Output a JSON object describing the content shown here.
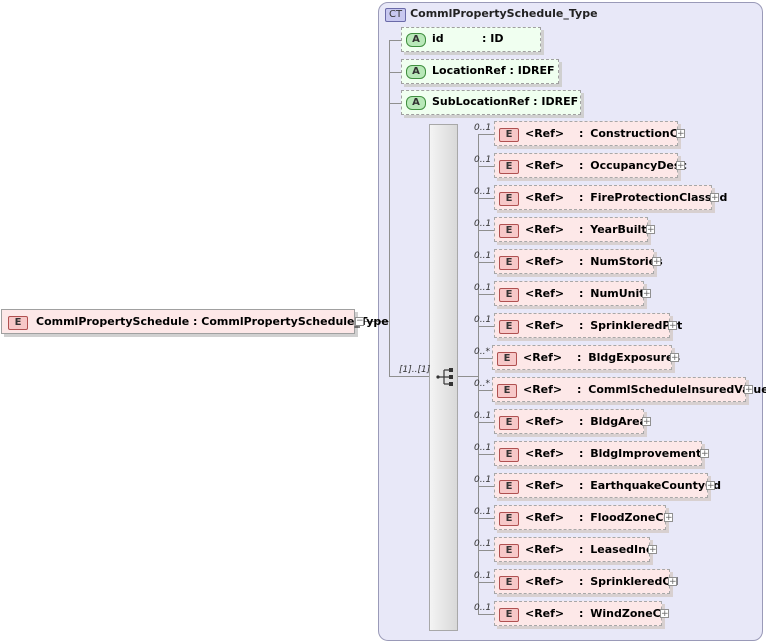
{
  "complex_type": {
    "badge": "CT",
    "name": "CommlPropertySchedule_Type"
  },
  "root": {
    "badge": "E",
    "label": "CommlPropertySchedule : CommlPropertySchedule_Type",
    "collapse_icon": "−"
  },
  "attributes": [
    {
      "badge": "A",
      "name": "id",
      "sep": ":",
      "type": "ID"
    },
    {
      "badge": "A",
      "name": "LocationRef",
      "sep": ":",
      "type": "IDREF"
    },
    {
      "badge": "A",
      "name": "SubLocationRef",
      "sep": ":",
      "type": "IDREF"
    }
  ],
  "sequence": {
    "cardinality": "[1]..[1]",
    "icon": "sequence-icon"
  },
  "elements": [
    {
      "badge": "E",
      "ref": "<Ref>",
      "sep": ":",
      "name": "ConstructionCd",
      "card": "0..1",
      "expand": "+"
    },
    {
      "badge": "E",
      "ref": "<Ref>",
      "sep": ":",
      "name": "OccupancyDesc",
      "card": "0..1",
      "expand": "+"
    },
    {
      "badge": "E",
      "ref": "<Ref>",
      "sep": ":",
      "name": "FireProtectionClassCd",
      "card": "0..1",
      "expand": "+"
    },
    {
      "badge": "E",
      "ref": "<Ref>",
      "sep": ":",
      "name": "YearBuilt",
      "card": "0..1",
      "expand": "+"
    },
    {
      "badge": "E",
      "ref": "<Ref>",
      "sep": ":",
      "name": "NumStories",
      "card": "0..1",
      "expand": "+"
    },
    {
      "badge": "E",
      "ref": "<Ref>",
      "sep": ":",
      "name": "NumUnits",
      "card": "0..1",
      "expand": "+"
    },
    {
      "badge": "E",
      "ref": "<Ref>",
      "sep": ":",
      "name": "SprinkleredPct",
      "card": "0..1",
      "expand": "+"
    },
    {
      "badge": "E",
      "ref": "<Ref>",
      "sep": ":",
      "name": "BldgExposures",
      "card": "0..*",
      "expand": "+"
    },
    {
      "badge": "E",
      "ref": "<Ref>",
      "sep": ":",
      "name": "CommlScheduleInsuredValue",
      "card": "0..*",
      "expand": "+"
    },
    {
      "badge": "E",
      "ref": "<Ref>",
      "sep": ":",
      "name": "BldgArea",
      "card": "0..1",
      "expand": "+"
    },
    {
      "badge": "E",
      "ref": "<Ref>",
      "sep": ":",
      "name": "BldgImprovements",
      "card": "0..1",
      "expand": "+"
    },
    {
      "badge": "E",
      "ref": "<Ref>",
      "sep": ":",
      "name": "EarthquakeCountyCd",
      "card": "0..1",
      "expand": "+"
    },
    {
      "badge": "E",
      "ref": "<Ref>",
      "sep": ":",
      "name": "FloodZoneCd",
      "card": "0..1",
      "expand": "+"
    },
    {
      "badge": "E",
      "ref": "<Ref>",
      "sep": ":",
      "name": "LeasedInd",
      "card": "0..1",
      "expand": "+"
    },
    {
      "badge": "E",
      "ref": "<Ref>",
      "sep": ":",
      "name": "SprinkleredCd",
      "card": "0..1",
      "expand": "+"
    },
    {
      "badge": "E",
      "ref": "<Ref>",
      "sep": ":",
      "name": "WindZoneCd",
      "card": "0..1",
      "expand": "+"
    }
  ]
}
